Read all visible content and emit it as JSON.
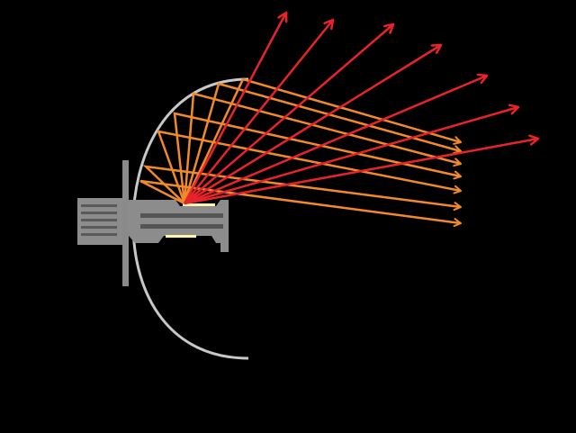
{
  "colors": {
    "background": "#000000",
    "reflector": "#c8c8c8",
    "lamp_body": "#8c8c8c",
    "lamp_dark": "#555555",
    "mount_plate": "#8a8a8a",
    "emitter": "#fff6b0",
    "direct_rays": "#e8232a",
    "reflected_rays": "#f28a2a"
  },
  "diagram": {
    "parts": [
      "reflector",
      "led-lamp",
      "heatsink",
      "mount-plate",
      "led-emitter-top",
      "led-emitter-bottom"
    ],
    "direct_ray_count": 7,
    "reflected_ray_count": 7
  }
}
